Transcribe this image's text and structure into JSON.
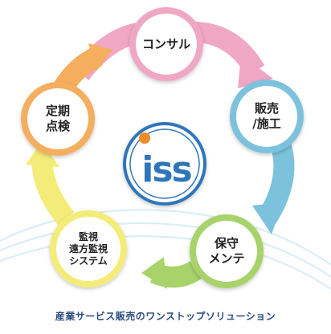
{
  "colors": {
    "pink": "#f0a7c4",
    "blue": "#7cc2dc",
    "green": "#a7d36a",
    "yellow": "#f4ec78",
    "orange": "#f4ae5e",
    "logo_blue": "#2f76b9",
    "logo_orange": "#f08a24",
    "caption": "#2c4d80"
  },
  "nodes": [
    {
      "id": "consult",
      "lines": [
        "コンサル"
      ]
    },
    {
      "id": "sales",
      "lines": [
        "販売",
        "/施工"
      ]
    },
    {
      "id": "maintenance",
      "lines": [
        "保守",
        "メンテ"
      ]
    },
    {
      "id": "monitoring",
      "lines": [
        "監視",
        "遠方監視",
        "システム"
      ]
    },
    {
      "id": "inspection",
      "lines": [
        "定期",
        "点検"
      ]
    }
  ],
  "logo": {
    "text": "iss"
  },
  "caption": "産業サービス販売のワンストップソリューション"
}
